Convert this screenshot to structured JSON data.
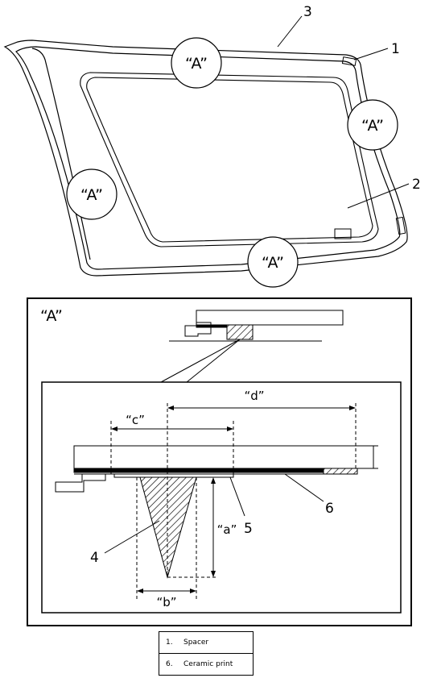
{
  "diagram": {
    "detail_ref": "“A”",
    "panel_title": "“A”",
    "callouts": [
      "1",
      "2",
      "3",
      "4",
      "5",
      "6"
    ],
    "dimensions": {
      "a": "“a”",
      "b": "“b”",
      "c": "“c”",
      "d": "“d”"
    }
  },
  "legend": {
    "items": [
      {
        "num": "1.",
        "text": "Spacer"
      },
      {
        "num": "6.",
        "text": "Ceramic print"
      }
    ]
  }
}
